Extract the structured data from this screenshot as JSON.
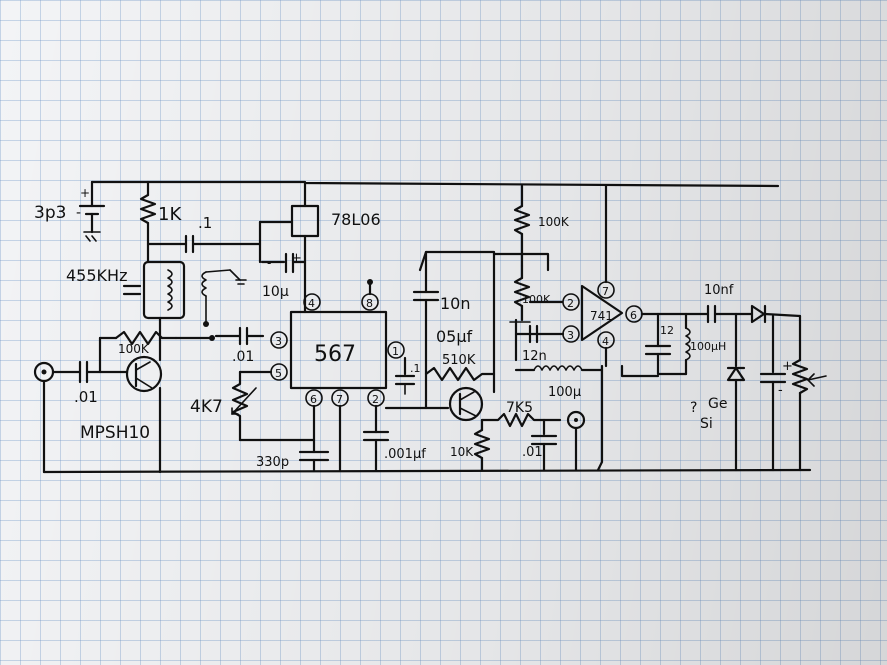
{
  "colors": {
    "ink": "#111111",
    "grid": "#7fa6d1",
    "paper": "#f3f4f6"
  },
  "labels": {
    "battery": "3p3",
    "r_1k": "1K",
    "cap_point1": ".1",
    "ifc_455": "455KHz",
    "reg": "78L06",
    "cap_10u": "10μ",
    "r_100k_top": "100K",
    "r_100k_bias": "100K",
    "cap_01_in": ".01",
    "transistor": "MPSH10",
    "cap_01_pin3": ".01",
    "pot_4k7": "4K7",
    "cap_330p": "330p",
    "chip": "567",
    "cap_10n": "10n",
    "cap_05u": "05μf",
    "r_510k": "510K",
    "r_7k5": "7K5",
    "r_10k": "10K",
    "cap_001u": ".001μf",
    "cap_01_out": ".01",
    "r_100k_mid": "100K",
    "opamp": "741",
    "cap_12n": "12n",
    "ind_100u": "100μ",
    "cap_12": "12",
    "ind_100uh": "100μH",
    "cap_10nf": "10nf",
    "diode_note_q": "?",
    "diode_note_ge": "Ge",
    "diode_note_si": "Si",
    "pin_1": "1",
    "pin_2": "2",
    "pin_3": "3",
    "pin_4": "4",
    "pin_5": "5",
    "pin_6": "6",
    "pin_7": "7",
    "pin_8": "8",
    "op_pin_2": "2",
    "op_pin_3": "3",
    "op_pin_4": "4",
    "op_pin_6": "6",
    "op_pin_7": "7",
    "plus": "+",
    "minus": "-",
    "cap_1": ".1"
  }
}
